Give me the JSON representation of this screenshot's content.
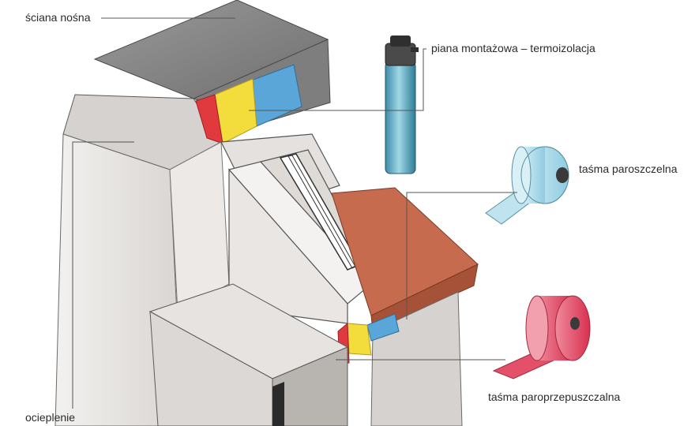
{
  "labels": {
    "wall": "ściana nośna",
    "foam": "piana montażowa – termoizolacja",
    "vapor_tight_tape": "taśma paroszczelna",
    "vapor_permeable_tape": "taśma paroprzepuszczalna",
    "insulation": "ocieplenie"
  },
  "colors": {
    "vapor_tight_blue": "#5aa6d8",
    "foam_yellow": "#f2dd3c",
    "tape_red": "#e03a3f",
    "sill_brown": "#c66b4e",
    "wall_gray": "#8f8f8f",
    "roll_pink": "#e4506a",
    "roll_light_blue": "#bfe3ef"
  }
}
